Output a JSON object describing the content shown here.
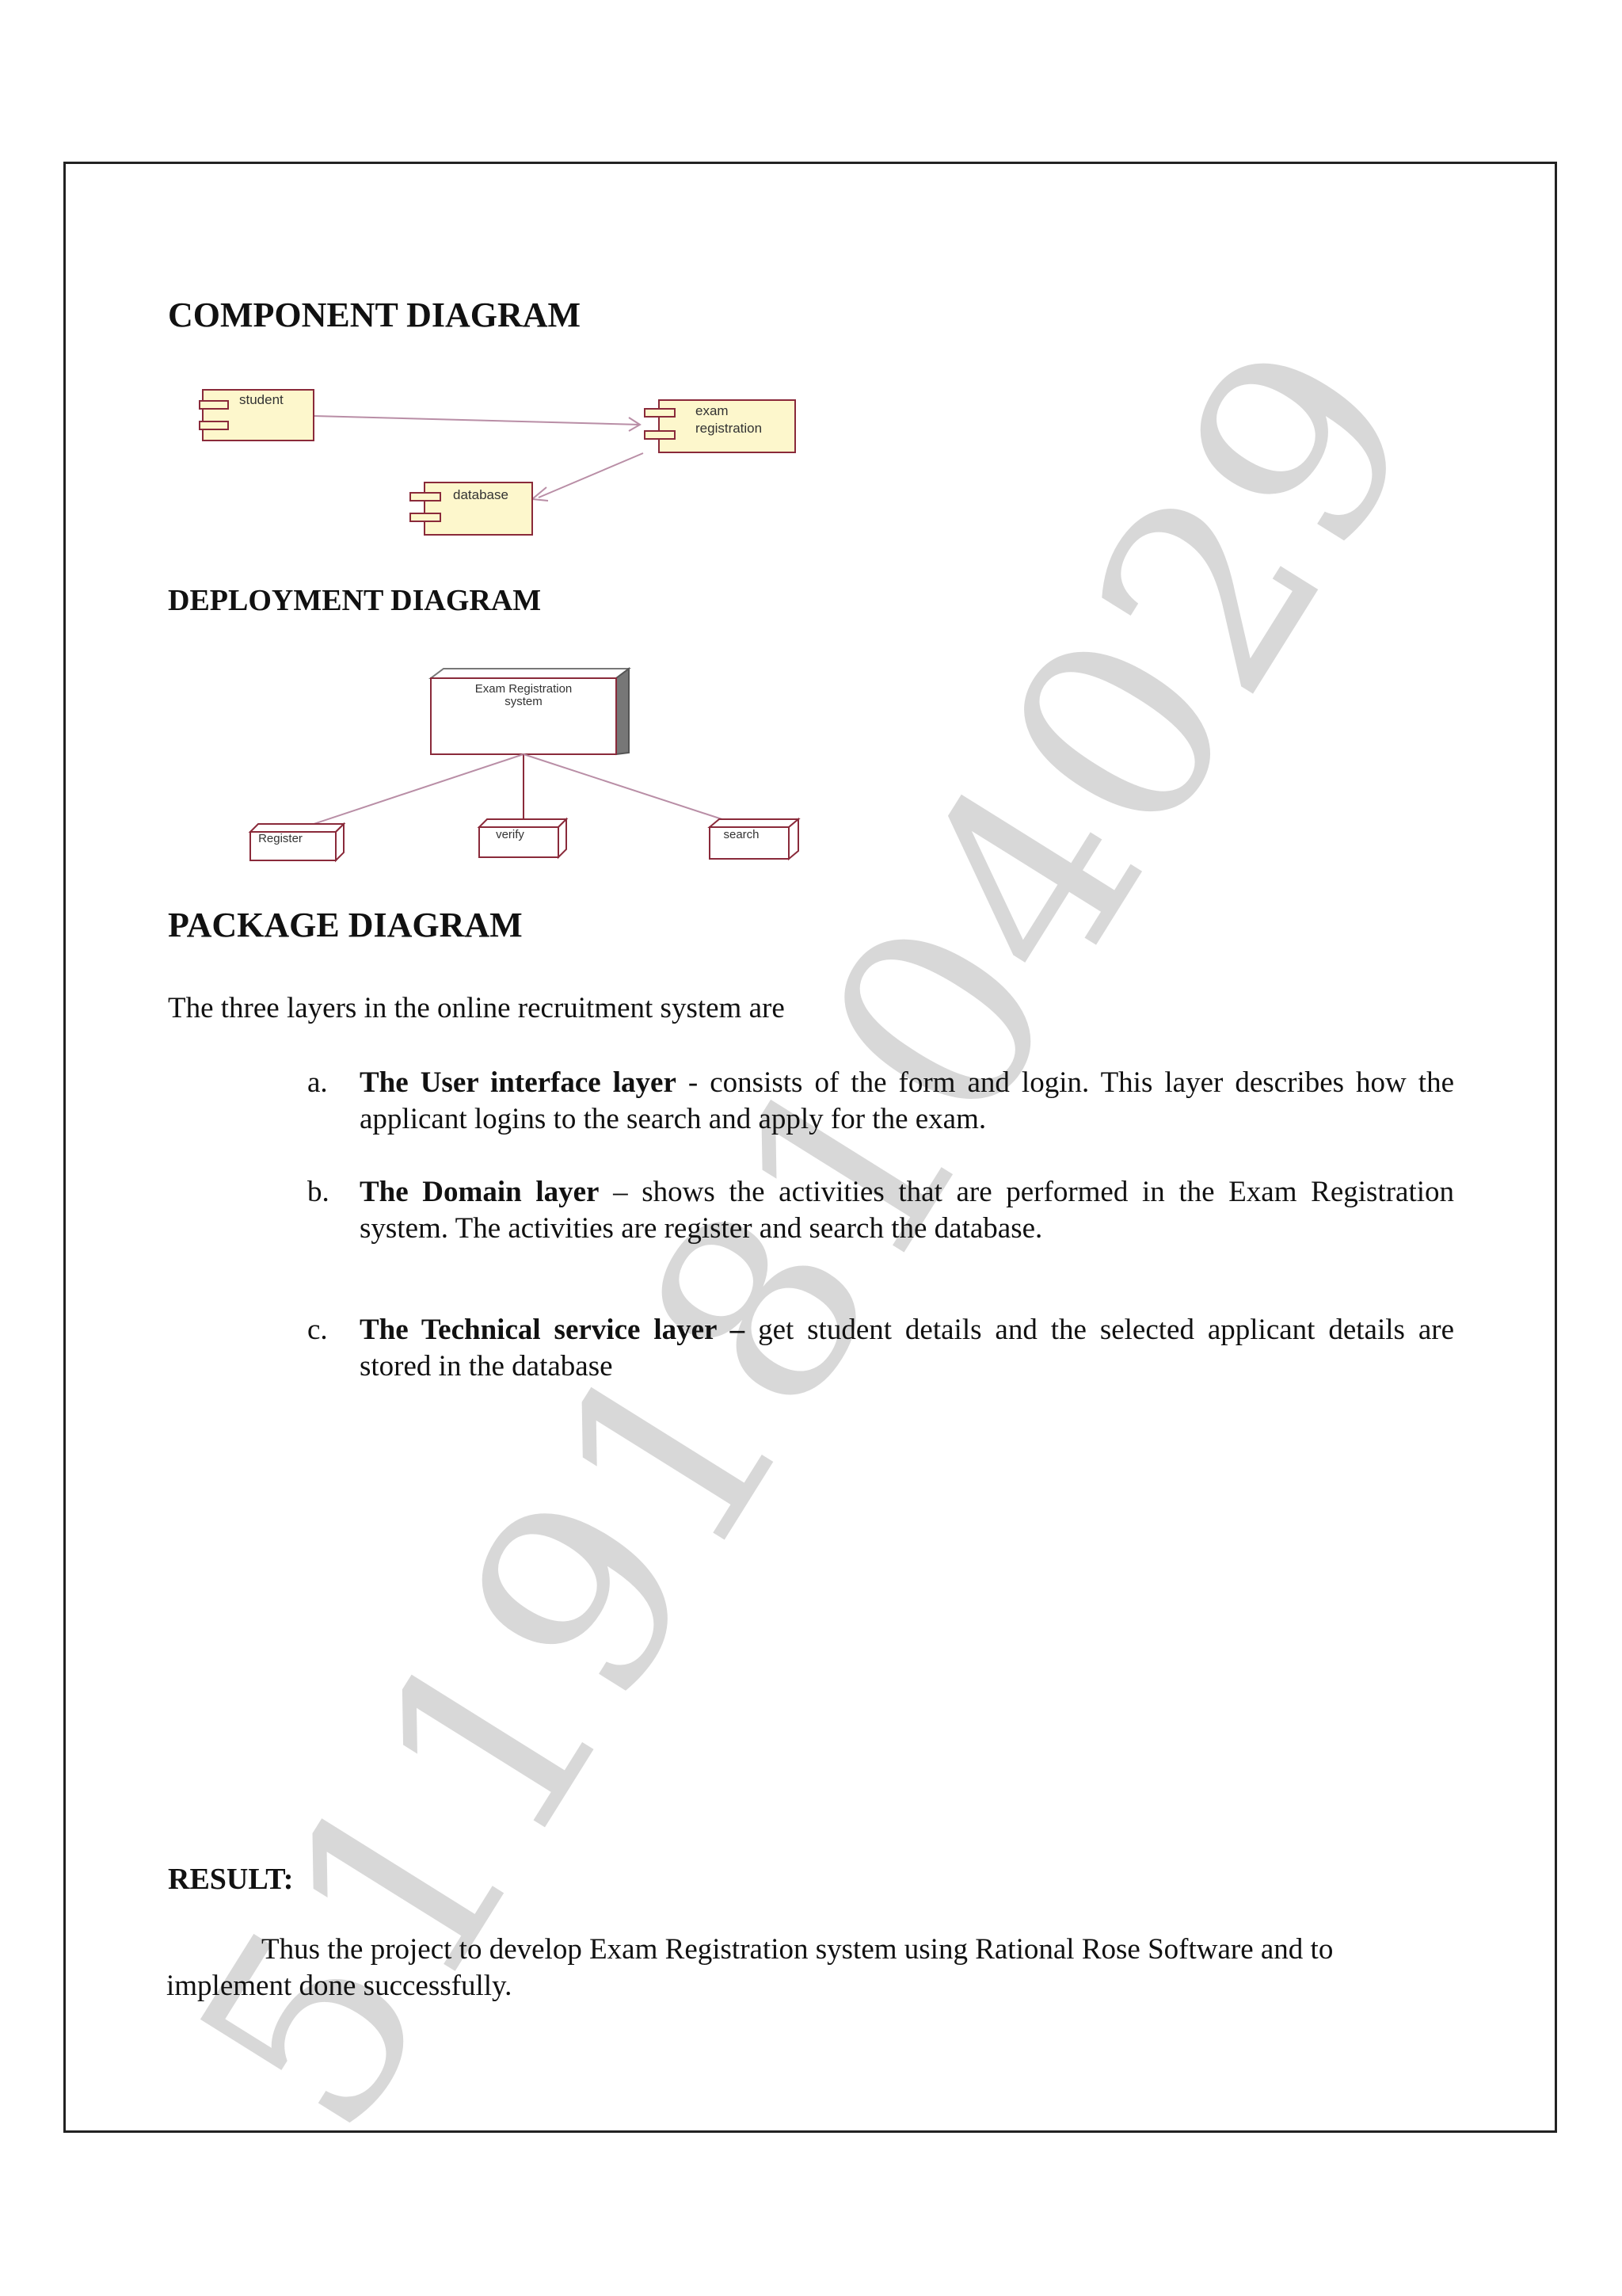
{
  "watermark": "511918104029",
  "component": {
    "heading": "COMPONENT DIAGRAM",
    "student": "student",
    "exam_line1": "exam",
    "exam_line2": "registration",
    "database": "database"
  },
  "deployment": {
    "heading": "DEPLOYMENT DIAGRAM",
    "node_line1": "Exam Registration",
    "node_line2": "system",
    "register": "Register",
    "verify": "verify",
    "search": "search"
  },
  "package": {
    "heading": "PACKAGE DIAGRAM",
    "intro": "The three layers in the online recruitment system are",
    "items": [
      {
        "marker": "a.",
        "title": "The User interface layer",
        "text": " - consists of the form and login. This layer describes how the applicant logins to the search and apply for the exam."
      },
      {
        "marker": "b.",
        "title": "The Domain layer",
        "text": " – shows the activities that are performed in the Exam Registration system. The activities are register and search the database."
      },
      {
        "marker": "c.",
        "title": "The Technical service layer –",
        "text": " get student details and the selected applicant details are stored in the database"
      }
    ]
  },
  "result": {
    "heading": "RESULT:",
    "text": "Thus the project to develop Exam Registration system using Rational Rose Software and to implement done successfully."
  },
  "colors": {
    "component_fill": "#fdf7cc",
    "component_stroke": "#8a2a3a",
    "connector": "#b98ea6",
    "node_shade": "#777777"
  }
}
